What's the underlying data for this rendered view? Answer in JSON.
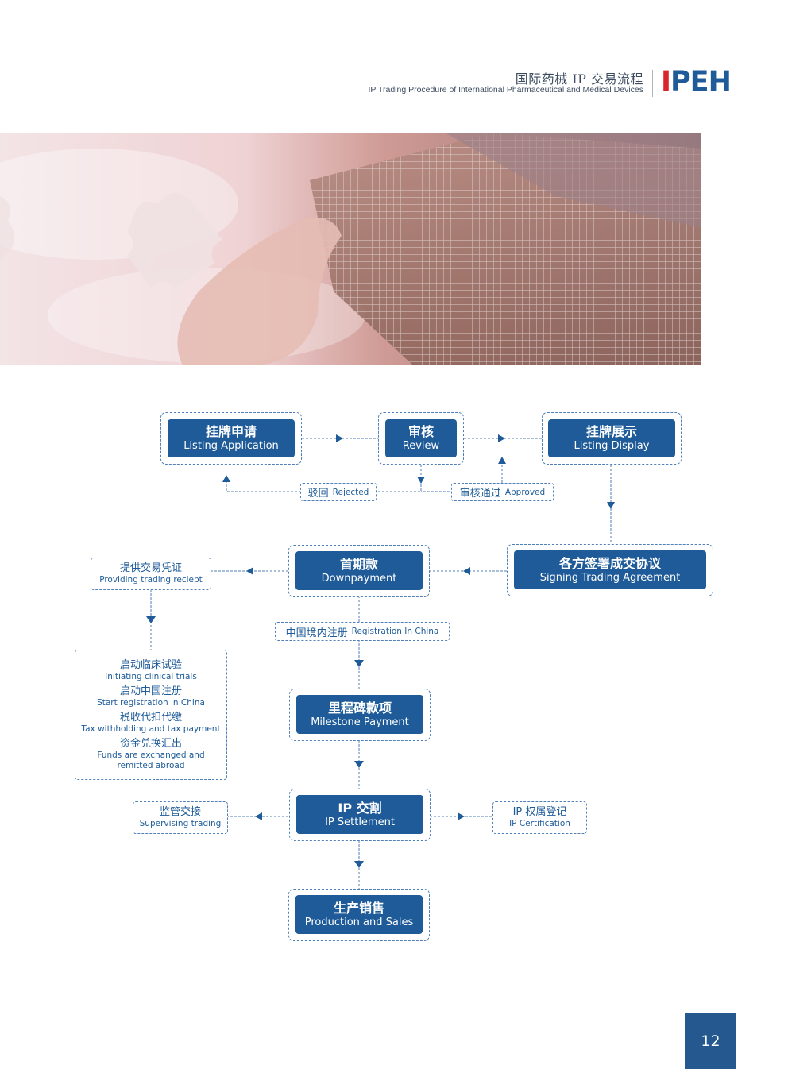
{
  "header": {
    "title_zh": "国际药械 IP 交易流程",
    "title_en": "IP Trading Procedure of International Pharmaceutical and Medical Devices",
    "logo": "IPEH"
  },
  "flow": {
    "listing_application": {
      "zh": "挂牌申请",
      "en": "Listing Application"
    },
    "review": {
      "zh": "审核",
      "en": "Review"
    },
    "listing_display": {
      "zh": "挂牌展示",
      "en": "Listing Display"
    },
    "rejected": {
      "zh": "驳回",
      "en": "Rejected"
    },
    "approved": {
      "zh": "审核通过",
      "en": "Approved"
    },
    "signing": {
      "zh": "各方签署成交协议",
      "en": "Signing Trading Agreement"
    },
    "downpayment": {
      "zh": "首期款",
      "en": "Downpayment"
    },
    "receipt": {
      "zh": "提供交易凭证",
      "en": "Providing trading reciept"
    },
    "registration": {
      "zh": "中国境内注册",
      "en": "Registration In China"
    },
    "activities": [
      {
        "zh": "启动临床试验",
        "en": "Initiating clinical trials"
      },
      {
        "zh": "启动中国注册",
        "en": "Start registration in China"
      },
      {
        "zh": "税收代扣代缴",
        "en": "Tax withholding and tax payment"
      },
      {
        "zh": "资金兑换汇出",
        "en": "Funds are exchanged and remitted abroad"
      }
    ],
    "milestone": {
      "zh": "里程碑款项",
      "en": "Milestone Payment"
    },
    "settlement": {
      "zh": "IP 交割",
      "en": "IP Settlement"
    },
    "supervising": {
      "zh": "监管交接",
      "en": "Supervising trading"
    },
    "certification": {
      "zh": "IP 权属登记",
      "en": "IP Certification"
    },
    "production": {
      "zh": "生产销售",
      "en": "Production and Sales"
    }
  },
  "page_number": "12",
  "colors": {
    "primary": "#1e5b98",
    "accent": "#d9252c",
    "page_box": "#24588e"
  }
}
